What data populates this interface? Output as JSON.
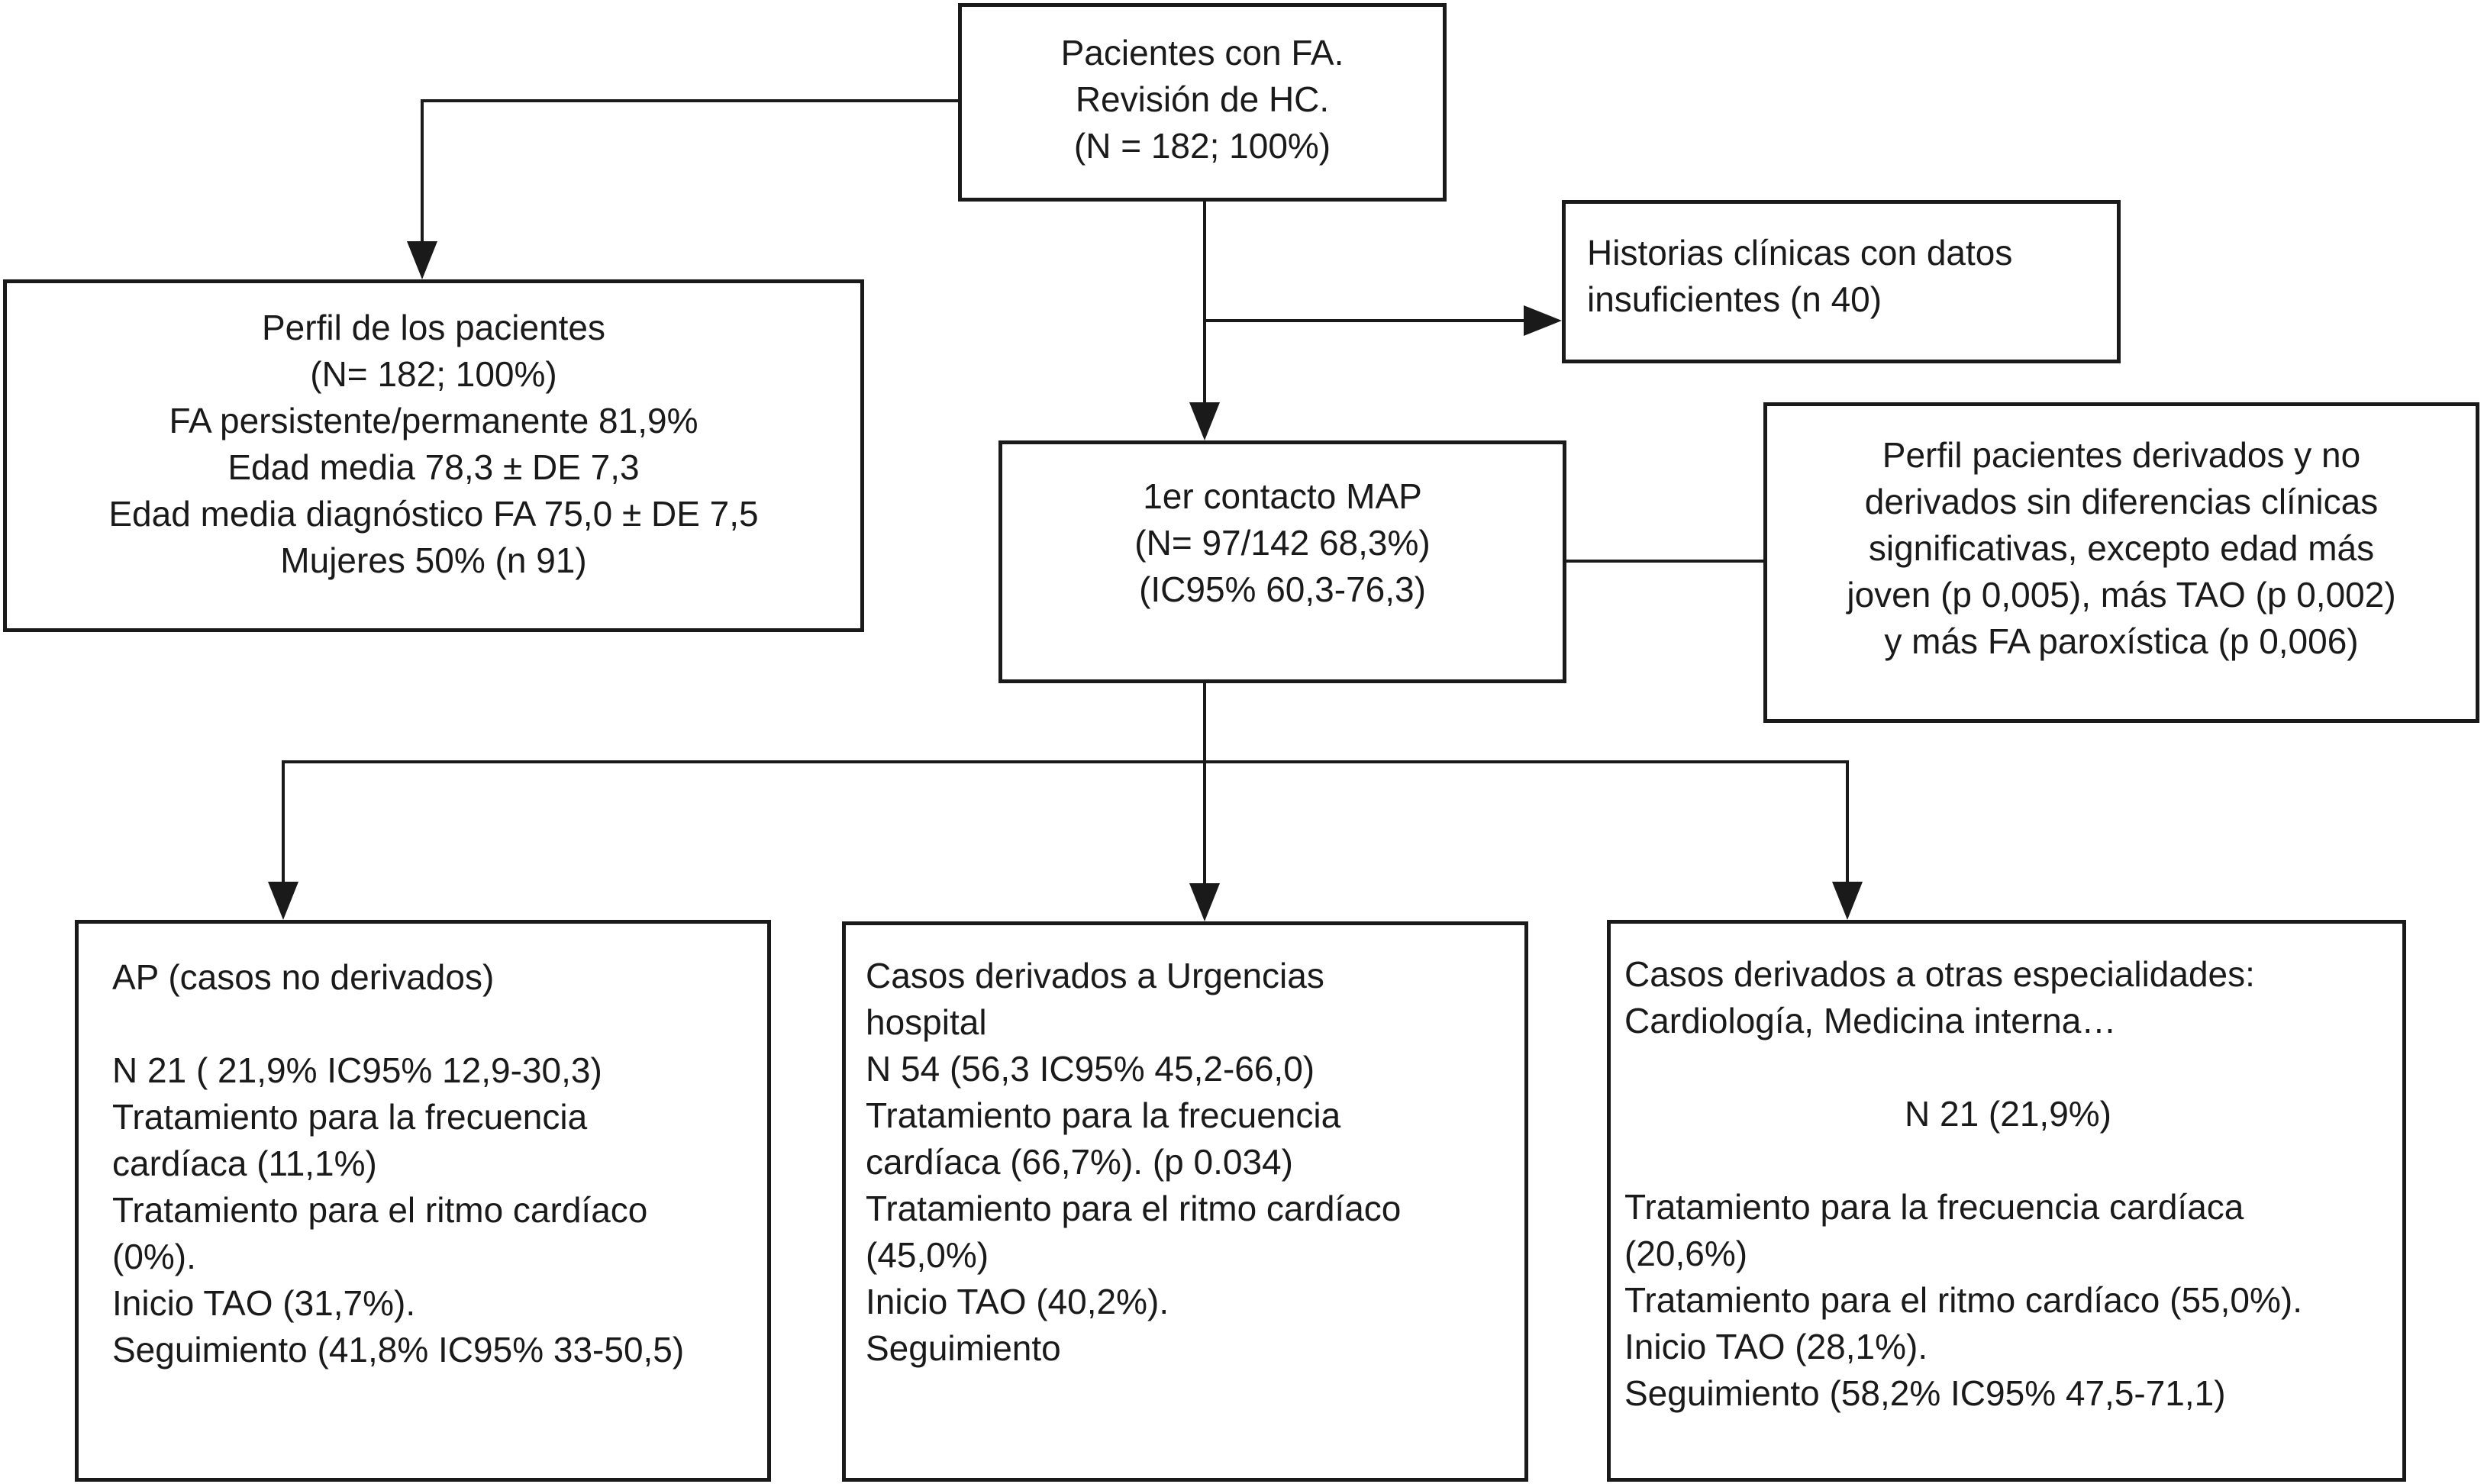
{
  "figure": {
    "background_color": "#ffffff",
    "line_color": "#1a1a1a",
    "type": "patient-flow-diagram"
  },
  "boxes": {
    "pacientes": {
      "lines": [
        "Pacientes con FA.",
        "Revisión de HC.",
        "(N = 182; 100%)"
      ]
    },
    "perfil_pacientes": {
      "lines": [
        "Perfil de los pacientes",
        "(N= 182; 100%)",
        "FA persistente/permanente 81,9%",
        "Edad media 78,3 ± DE 7,3",
        "Edad media diagnóstico FA 75,0 ± DE 7,5",
        "Mujeres 50% (n 91)"
      ]
    },
    "historias": {
      "lines": [
        "Historias clínicas con datos",
        "insuficientes (n 40)"
      ]
    },
    "map": {
      "lines": [
        "1er contacto MAP",
        "(N= 97/142 68,3%)",
        "(IC95% 60,3-76,3)"
      ]
    },
    "perfil_derivados": {
      "lines": [
        "Perfil pacientes derivados y no",
        "derivados sin diferencias clínicas",
        "significativas, excepto edad más",
        "joven (p 0,005), más TAO (p 0,002)",
        "y más FA paroxística (p 0,006)"
      ]
    },
    "ap": {
      "lines": [
        "AP (casos no derivados)",
        "",
        "N 21 ( 21,9% IC95% 12,9-30,3)",
        "Tratamiento para la frecuencia",
        "cardíaca (11,1%)",
        "Tratamiento para el ritmo cardíaco",
        "(0%).",
        "Inicio TAO (31,7%).",
        "Seguimiento (41,8% IC95% 33-50,5)"
      ]
    },
    "urgencias": {
      "lines": [
        "Casos derivados a Urgencias",
        "hospital",
        "N 54 (56,3 IC95% 45,2-66,0)",
        "Tratamiento para la frecuencia",
        "cardíaca (66,7%). (p 0.034)",
        "Tratamiento para el ritmo cardíaco",
        "(45,0%)",
        "Inicio TAO (40,2%).",
        "Seguimiento"
      ]
    },
    "otras": {
      "lines": [
        "Casos derivados a otras especialidades:",
        "Cardiología, Medicina interna…",
        "",
        "N 21 (21,9%)",
        "",
        "Tratamiento para la frecuencia cardíaca",
        "(20,6%)",
        "Tratamiento para el ritmo cardíaco (55,0%).",
        "Inicio TAO (28,1%).",
        "Seguimiento (58,2% IC95% 47,5-71,1)"
      ]
    }
  }
}
